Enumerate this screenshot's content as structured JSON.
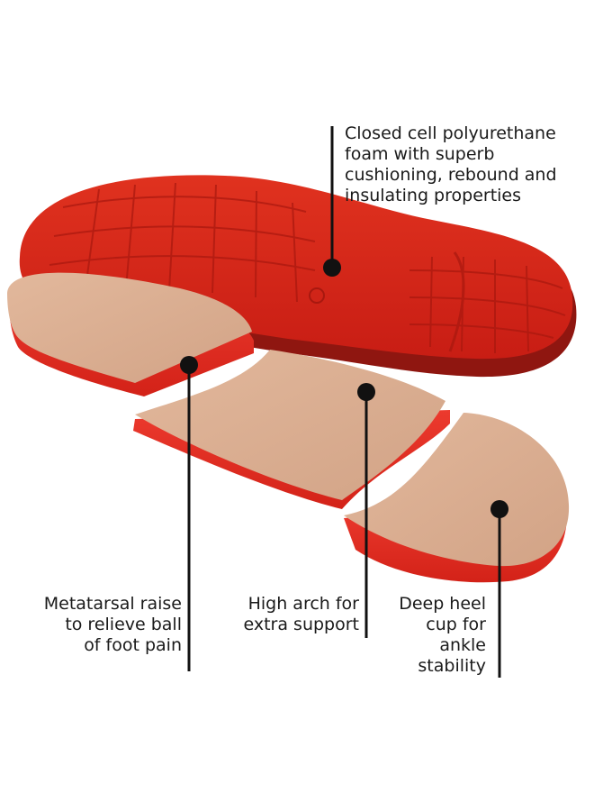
{
  "product": {
    "sole_colors": {
      "sole_red": "#d8261b",
      "sole_dark_red": "#a91710",
      "pad_beige": "#d9aa8c",
      "pad_edge_red": "#e4302a",
      "leader": "#111111"
    }
  },
  "callouts": {
    "foam": {
      "lines": [
        "Closed cell polyurethane",
        "foam with superb",
        "cushioning, rebound and",
        "insulating properties"
      ]
    },
    "metatarsal": {
      "lines": [
        "Metatarsal raise",
        "to relieve ball",
        "of foot pain"
      ]
    },
    "arch": {
      "lines": [
        "High arch for",
        "extra support"
      ]
    },
    "heel": {
      "lines": [
        "Deep heel",
        "cup for",
        "ankle",
        "stability"
      ]
    }
  }
}
